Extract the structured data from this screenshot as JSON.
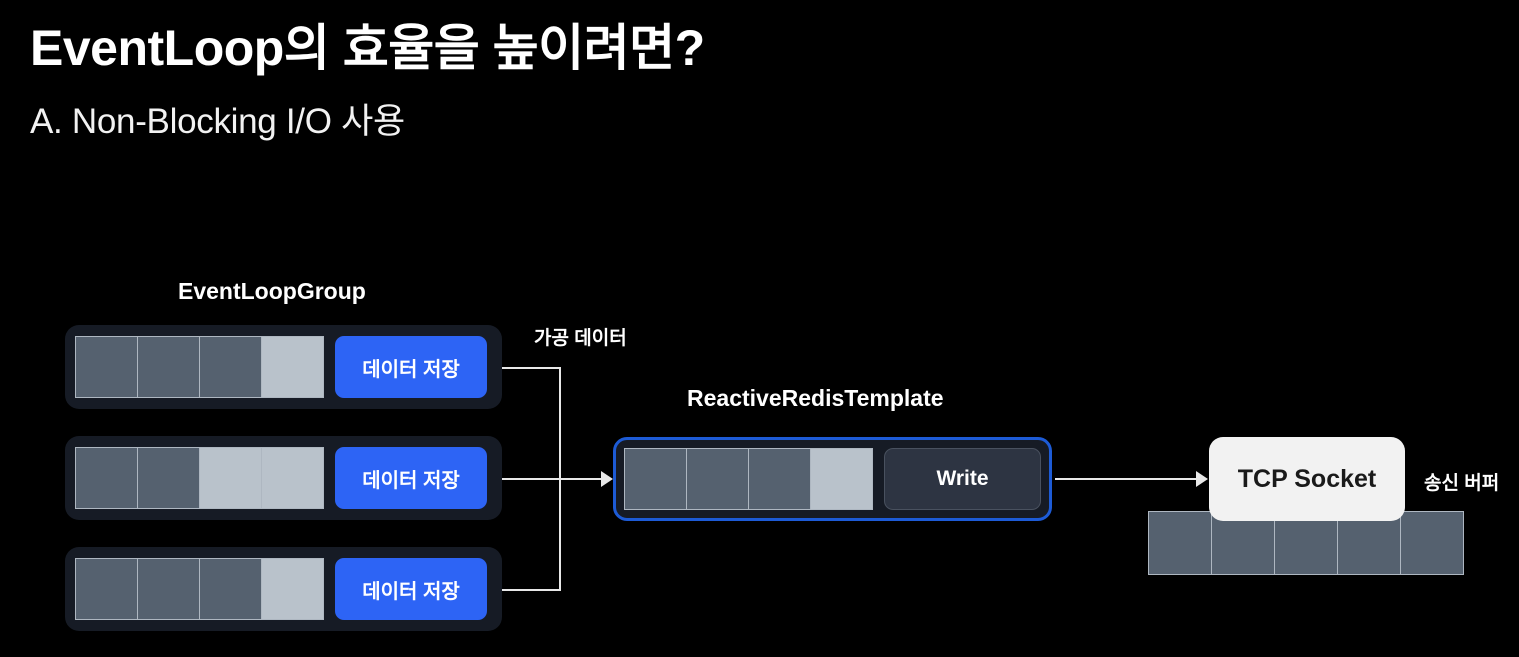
{
  "slide": {
    "title": "EventLoop의 효율을 높이려면?",
    "subtitle": "A. Non-Blocking I/O 사용",
    "background_color": "#000000"
  },
  "colors": {
    "accent_blue": "#2d64f5",
    "border_blue": "#1d5bd6",
    "cell_dark": "#55616f",
    "cell_light": "#b9c2cb",
    "container_dark": "#161b25",
    "connector": "#e8e8e8",
    "socket_bg": "#f2f2f2",
    "socket_text": "#1a1a1a"
  },
  "eventloop_group": {
    "caption": "EventLoopGroup",
    "rows": [
      {
        "name": "eventloop-1",
        "button_label": "데이터 저장",
        "cells": [
          "dark",
          "dark",
          "dark",
          "light"
        ]
      },
      {
        "name": "eventloop-2",
        "button_label": "데이터 저장",
        "cells": [
          "dark",
          "dark",
          "light",
          "light"
        ]
      },
      {
        "name": "eventloop-3",
        "button_label": "데이터 저장",
        "cells": [
          "dark",
          "dark",
          "dark",
          "light"
        ]
      }
    ]
  },
  "connector_labels": {
    "processed_data": "가공 데이터",
    "send_buffer": "송신 버퍼"
  },
  "reactive_redis_template": {
    "caption": "ReactiveRedisTemplate",
    "button_label": "Write",
    "cells": [
      "dark",
      "dark",
      "dark",
      "light"
    ]
  },
  "tcp_socket": {
    "label": "TCP Socket",
    "buffer_cells": [
      "dark",
      "dark",
      "dark",
      "dark",
      "dark"
    ]
  }
}
